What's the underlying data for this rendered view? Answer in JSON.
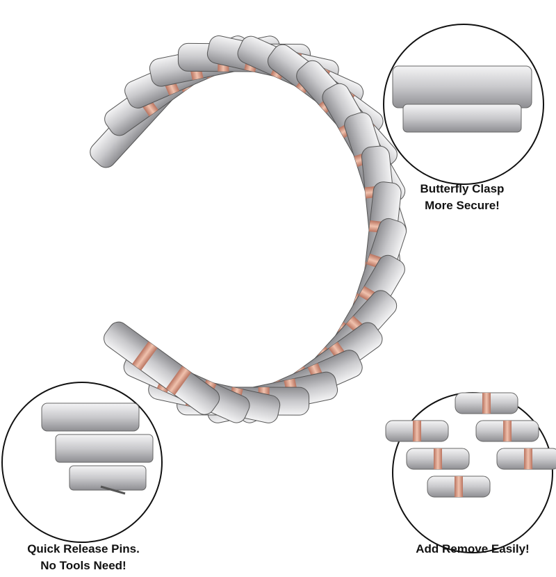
{
  "product": {
    "colors": {
      "silver": "#d9d9db",
      "silver_dark": "#9a9a9e",
      "rose_gold": "#d9a08a",
      "outline": "#111111"
    }
  },
  "callouts": [
    {
      "line1": "Butterfly Clasp",
      "line2": "More Secure!"
    },
    {
      "line1": "Quick Release Pins.",
      "line2": "No Tools Need!"
    },
    {
      "line1": "Add Remove Easily!",
      "line2": ""
    }
  ]
}
